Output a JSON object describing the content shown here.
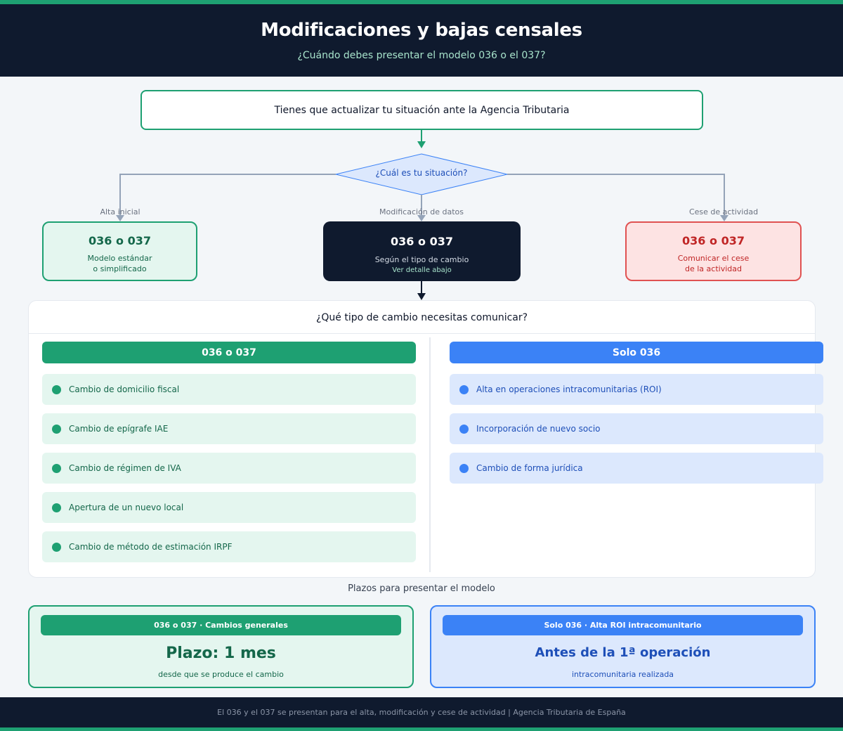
{
  "header": {
    "title": "Modificaciones y bajas censales",
    "subtitle": "¿Cuándo debes presentar el modelo 036 o el 037?"
  },
  "flow": {
    "start": "Tienes que actualizar tu situación ante la Agencia Tributaria",
    "decision": "¿Cuál es tu situación?",
    "branches": [
      {
        "label": "Alta inicial",
        "code": "036 o 037",
        "desc_line1": "Modelo estándar",
        "desc_line2": "o simplificado"
      },
      {
        "label": "Modificación de datos",
        "code": "036 o 037",
        "desc_line1": "Según el tipo de cambio",
        "desc_line2": "Ver detalle abajo"
      },
      {
        "label": "Cese de actividad",
        "code": "036 o 037",
        "desc_line1": "Comunicar el cese",
        "desc_line2": "de la actividad"
      }
    ]
  },
  "changes": {
    "title": "¿Qué tipo de cambio necesitas comunicar?",
    "left": {
      "heading": "036  o  037",
      "items": [
        "Cambio de domicilio fiscal",
        "Cambio de epígrafe IAE",
        "Cambio de régimen de IVA",
        "Apertura de un nuevo local",
        "Cambio de método de estimación IRPF"
      ]
    },
    "right": {
      "heading": "Solo  036",
      "items": [
        "Alta en operaciones intracomunitarias (ROI)",
        "Incorporación de nuevo socio",
        "Cambio de forma jurídica"
      ]
    }
  },
  "deadlines": {
    "title": "Plazos para presentar el modelo",
    "general": {
      "heading": "036 o 037 ·  Cambios generales",
      "main": "Plazo: 1 mes",
      "note": "desde que se produce el cambio"
    },
    "roi": {
      "heading": "Solo 036  ·  Alta ROI intracomunitario",
      "main": "Antes de la 1ª operación",
      "note": "intracomunitaria realizada"
    }
  },
  "footer": {
    "text": "El 036 y el 037 se presentan para el alta, modificación y cese de actividad  |  Agencia Tributaria de España"
  },
  "colors": {
    "navy": "#0f1a2e",
    "green": "#1ea072",
    "blue": "#3b82f6",
    "red": "#e05252"
  }
}
